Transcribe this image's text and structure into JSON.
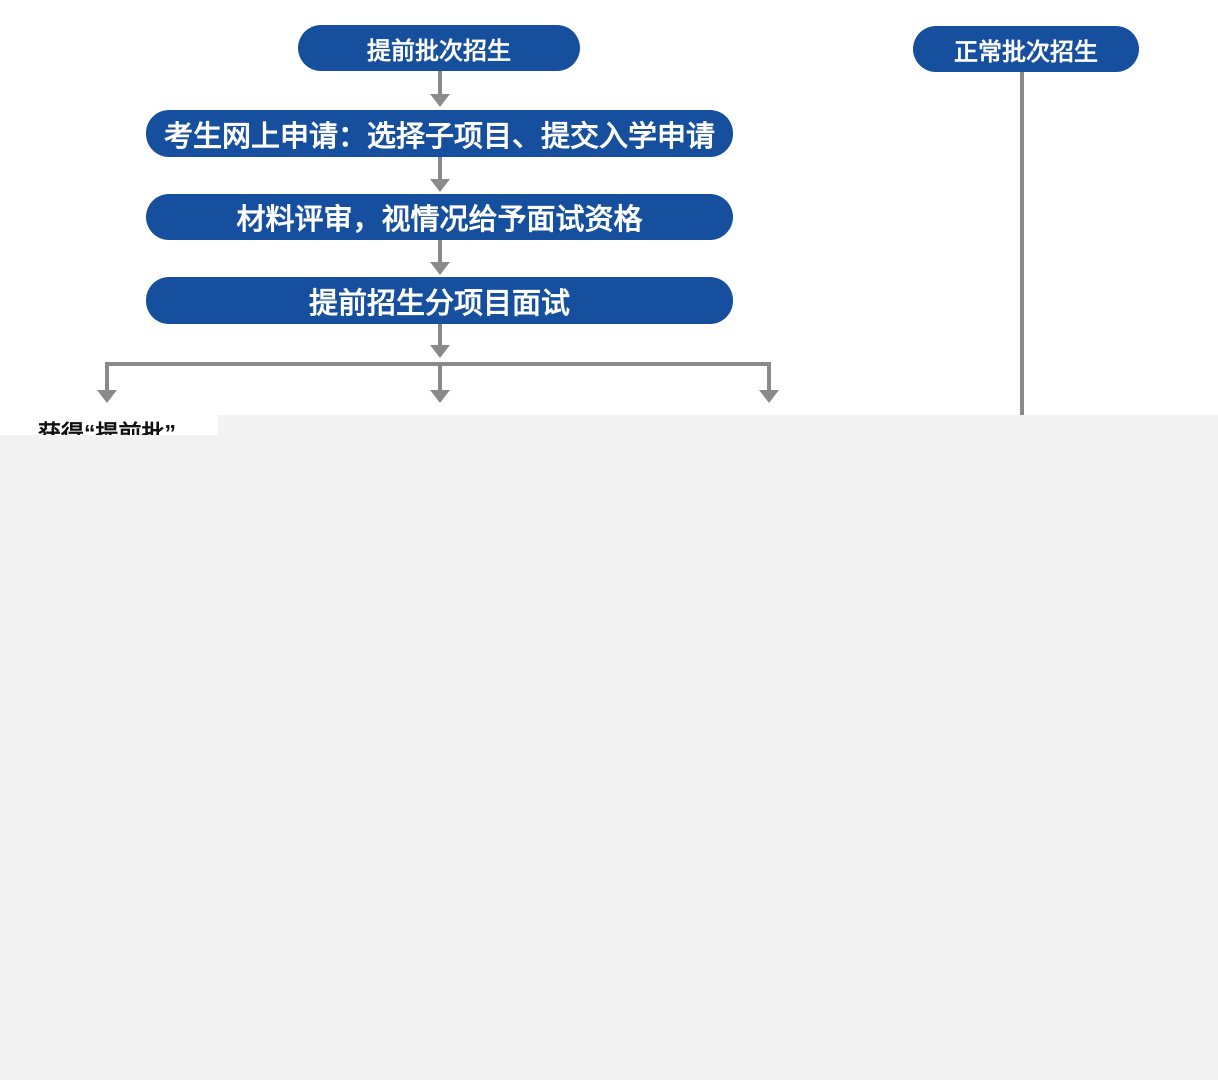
{
  "colors": {
    "node_blue": "#164F9E",
    "node_text": "#FFFFFF",
    "connector_gray": "#8A8A8A",
    "placeholder_gray": "#F2F2F2",
    "cutoff_text_color": "#111111",
    "page_background": "#FFFFFF"
  },
  "flowchart": {
    "early_track": {
      "title": "提前批次招生",
      "steps": [
        "考生网上申请：选择子项目、提交入学申请",
        "材料评审，视情况给予面试资格",
        "提前招生分项目面试"
      ],
      "branch_count": 3,
      "cutoff_label": "获得“提前批”"
    },
    "normal_track": {
      "title": "正常批次招生"
    }
  }
}
